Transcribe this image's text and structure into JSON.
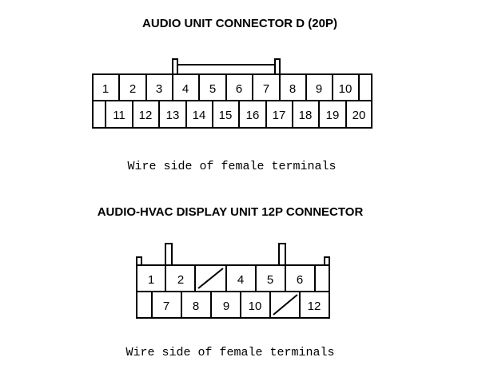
{
  "connector_d": {
    "title": "AUDIO UNIT CONNECTOR D (20P)",
    "top_row": [
      "1",
      "2",
      "3",
      "4",
      "5",
      "6",
      "7",
      "8",
      "9",
      "10"
    ],
    "bottom_row": [
      "11",
      "12",
      "13",
      "14",
      "15",
      "16",
      "17",
      "18",
      "19",
      "20"
    ],
    "caption": "Wire side of female terminals"
  },
  "connector_12p": {
    "title": "AUDIO-HVAC DISPLAY UNIT 12P CONNECTOR",
    "top_row": [
      "1",
      "2",
      "",
      "4",
      "5",
      "6"
    ],
    "bottom_row": [
      "7",
      "8",
      "9",
      "10",
      "",
      "12"
    ],
    "caption": "Wire side of female terminals"
  }
}
